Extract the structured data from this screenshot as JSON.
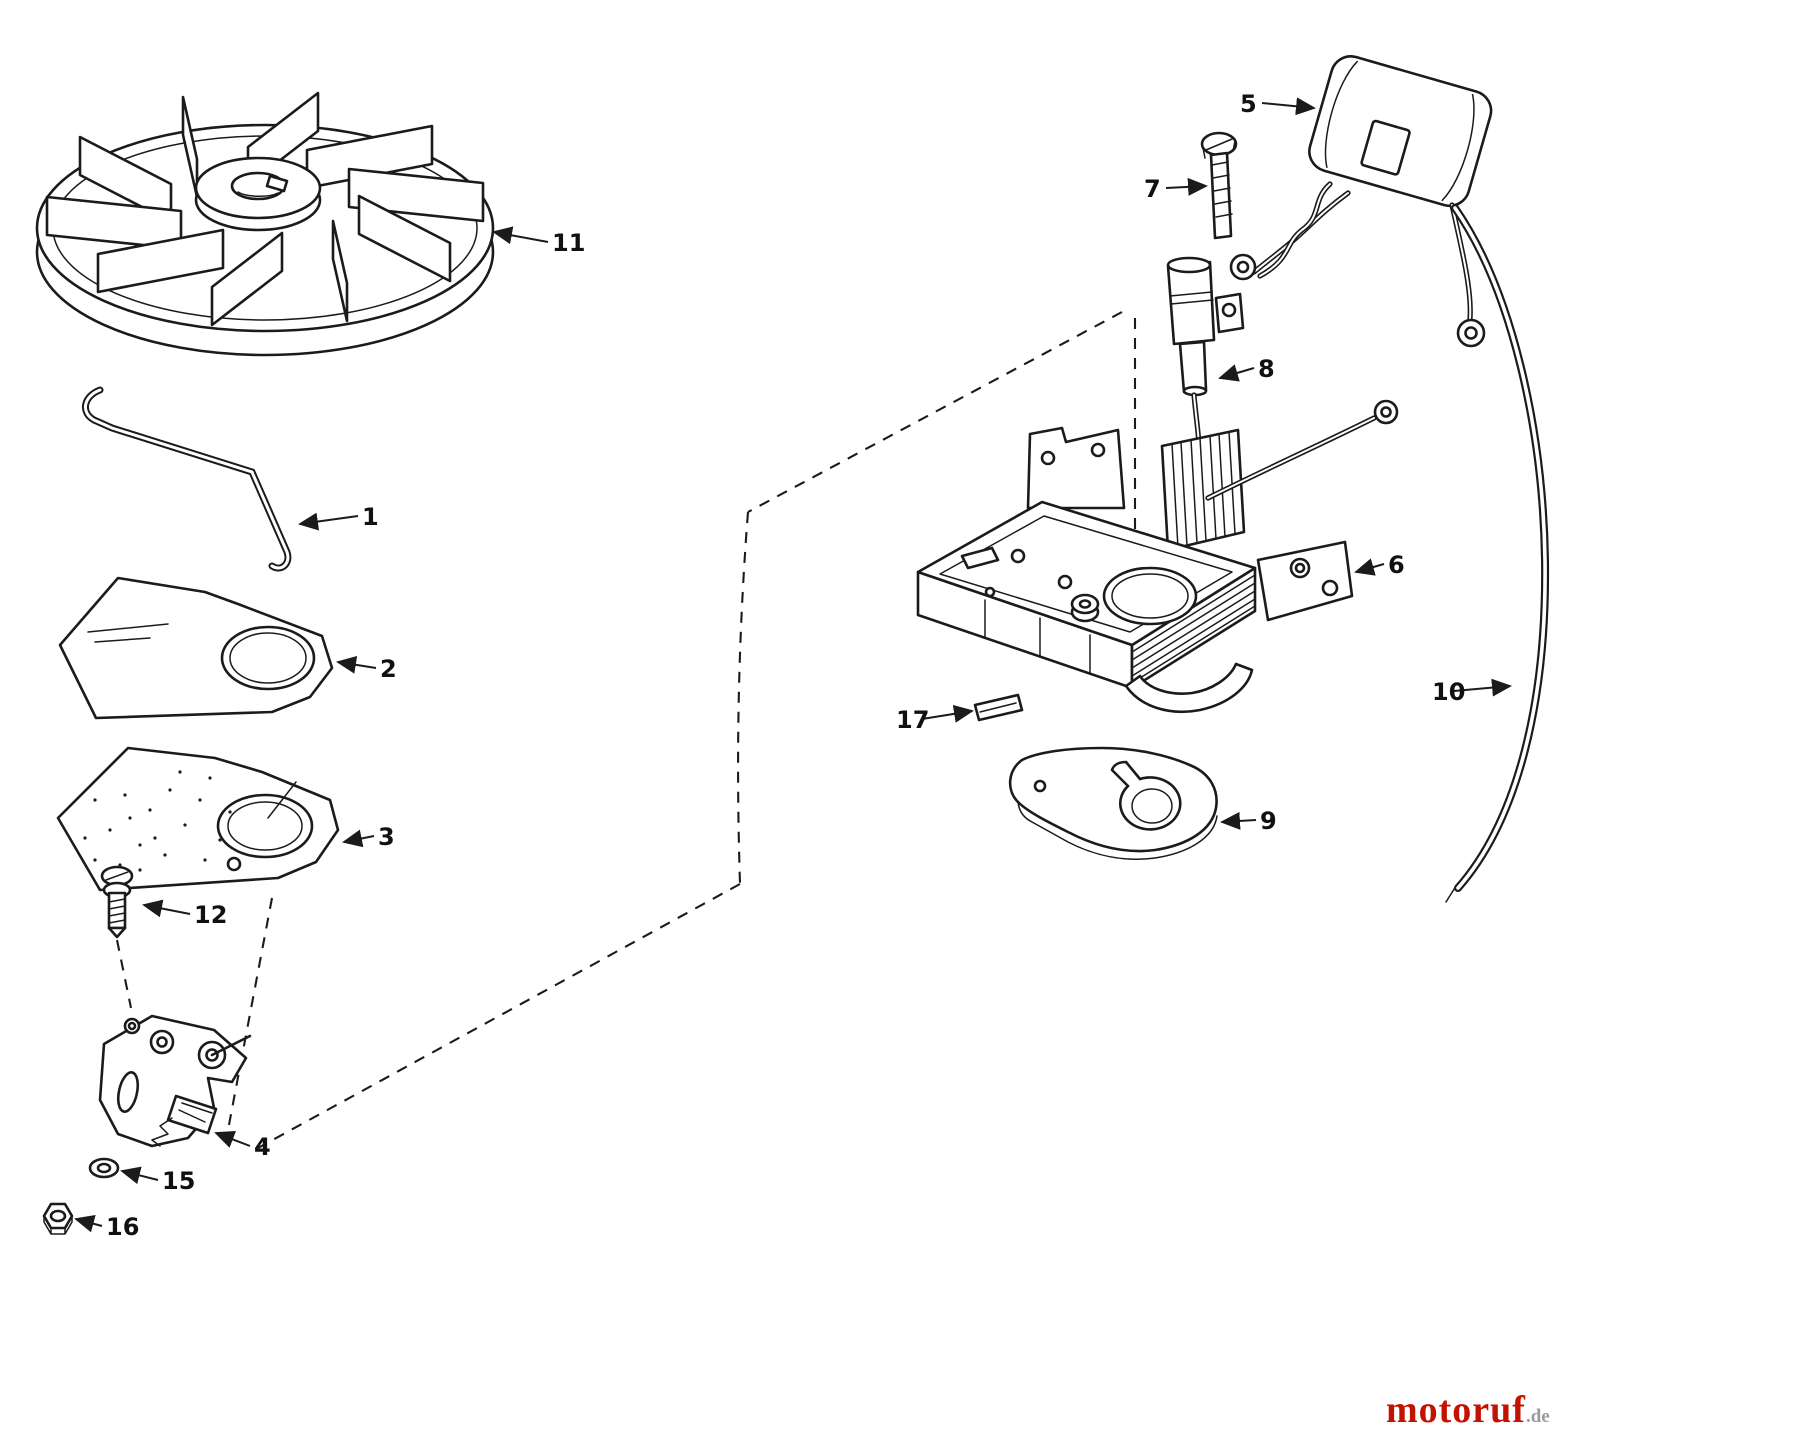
{
  "diagram": {
    "callouts": {
      "n1": "1",
      "n2": "2",
      "n3": "3",
      "n4": "4",
      "n5": "5",
      "n6": "6",
      "n7": "7",
      "n8": "8",
      "n9": "9",
      "n10": "10",
      "n11": "11",
      "n12": "12",
      "n15": "15",
      "n16": "16",
      "n17": "17"
    }
  },
  "watermark": {
    "brand": "motoruf",
    "tld": ".de"
  },
  "colors": {
    "ink": "#1b1b1b",
    "background": "#ffffff",
    "watermark_brand": "#c41200",
    "watermark_tld": "#9a9a9a"
  }
}
